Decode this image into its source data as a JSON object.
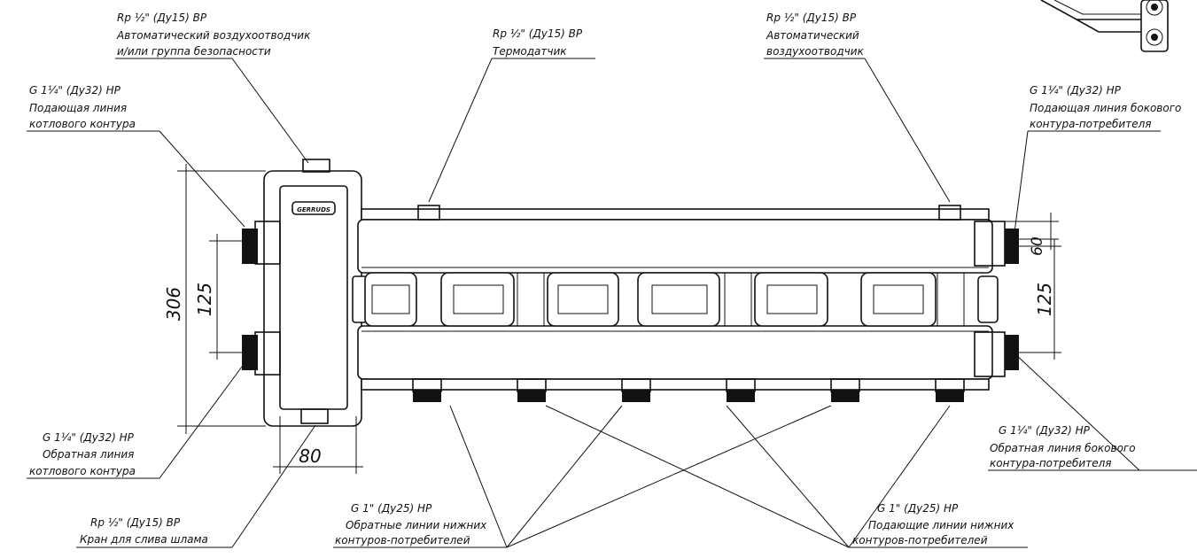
{
  "brand": "GERRUDS",
  "labels": {
    "a1": "Rp ½\" (Ду15) ВР",
    "a2": "Автоматический воздухоотводчик",
    "a3": "и/или группа безопасности",
    "b1": "Rp ½\" (Ду15) ВР",
    "b2": "Термодатчик",
    "c1": "Rp ½\" (Ду15) ВР",
    "c2": "Автоматический",
    "c3": "воздухоотводчик",
    "d1": "G 1¼\" (Ду32) НР",
    "d2": "Подающая линия",
    "d3": "котлового контура",
    "e1": "G 1¼\" (Ду32) НР",
    "e2": "Подающая линия бокового",
    "e3": "контура-потребителя",
    "f1": "G 1¼\" (Ду32) НР",
    "f2": "Обратная линия",
    "f3": "котлового контура",
    "g1": "G 1¼\" (Ду32) НР",
    "g2": "Обратная линия бокового",
    "g3": "контура-потребителя",
    "h1": "Rp ½\" (Ду15) ВР",
    "h2": "Кран для слива шлама",
    "i1": "G 1\" (Ду25) НР",
    "i2": "Обратные линии нижних",
    "i3": "контуров-потребителей",
    "j1": "G 1\" (Ду25) НР",
    "j2": "Подающие линии нижних",
    "j3": "контуров-потребителей"
  },
  "dims": {
    "overall_height": "306",
    "left_spacing": "125",
    "width": "80",
    "side_offset": "60",
    "right_spacing": "125"
  }
}
